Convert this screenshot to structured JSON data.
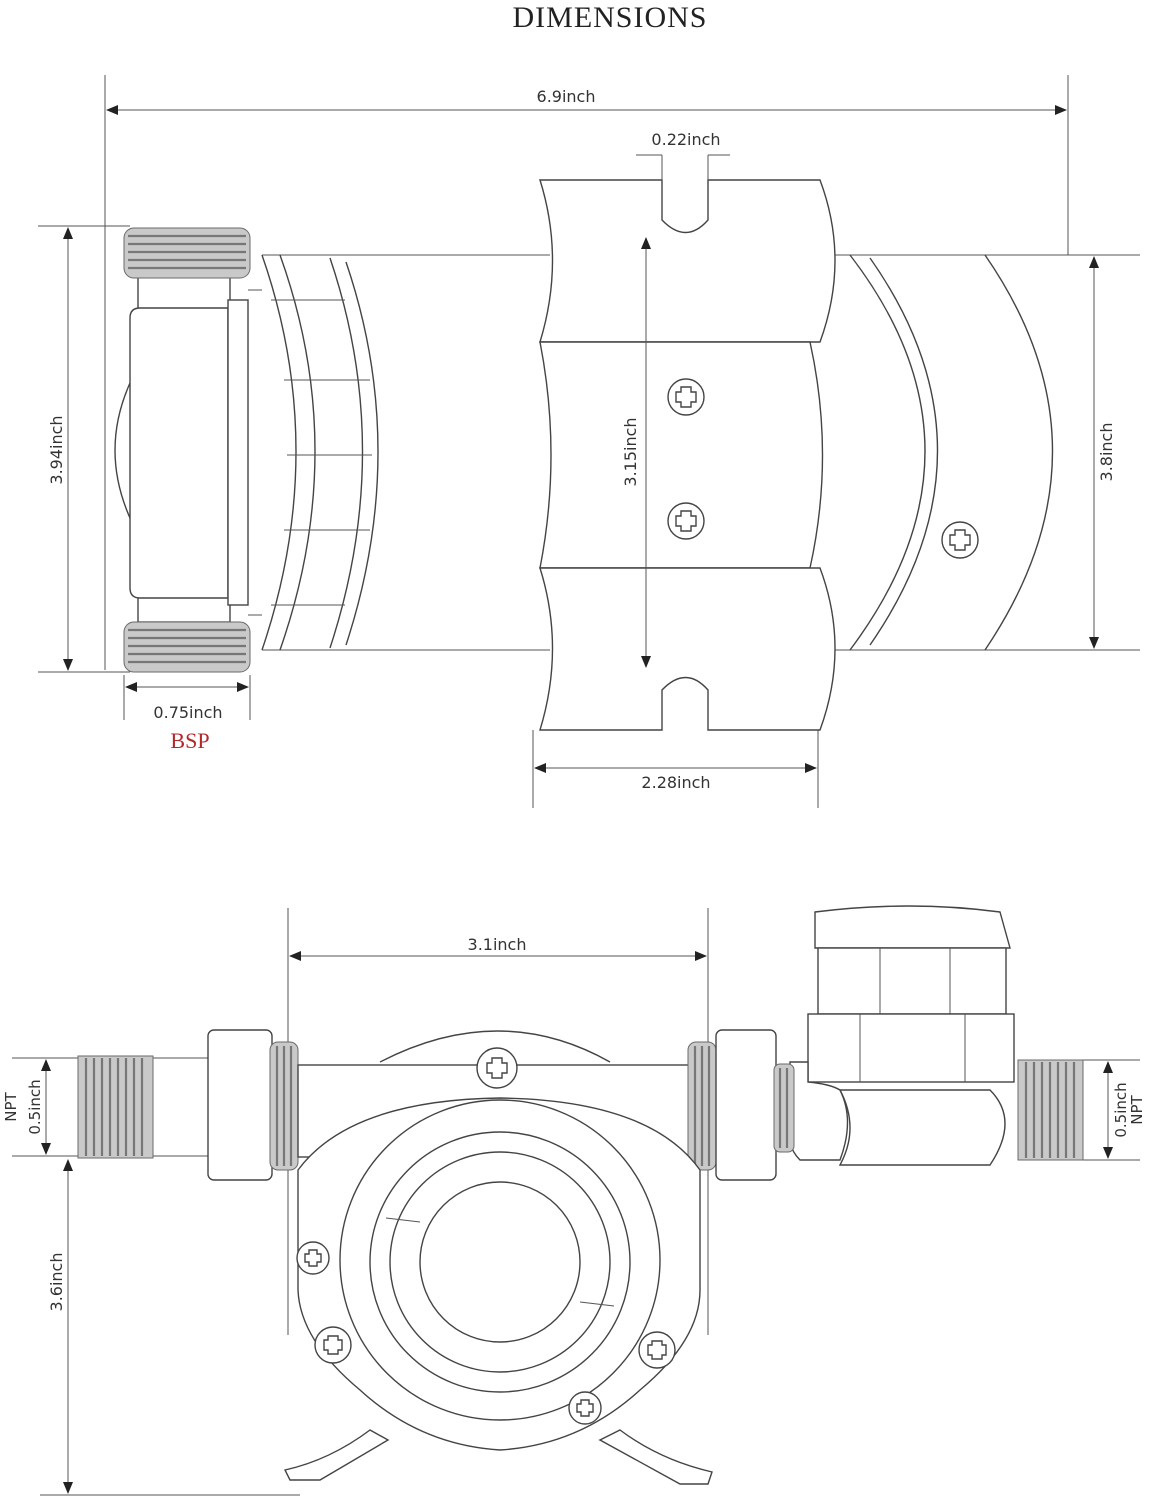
{
  "title": "DIMENSIONS",
  "top_view": {
    "overall_length": "6.9inch",
    "slot_width": "0.22inch",
    "left_height": "3.94inch",
    "clamp_height": "3.15inch",
    "motor_height": "3.8inch",
    "port_size": "0.75inch",
    "port_thread": "BSP",
    "clamp_width": "2.28inch"
  },
  "front_view": {
    "port_spacing": "3.1inch",
    "left_port_size": "0.5inch",
    "left_port_thread": "NPT",
    "right_port_size": "0.5inch",
    "right_port_thread": "NPT",
    "body_height": "3.6inch"
  },
  "colors": {
    "accent_red": "#b5262b",
    "line": "#444444"
  }
}
